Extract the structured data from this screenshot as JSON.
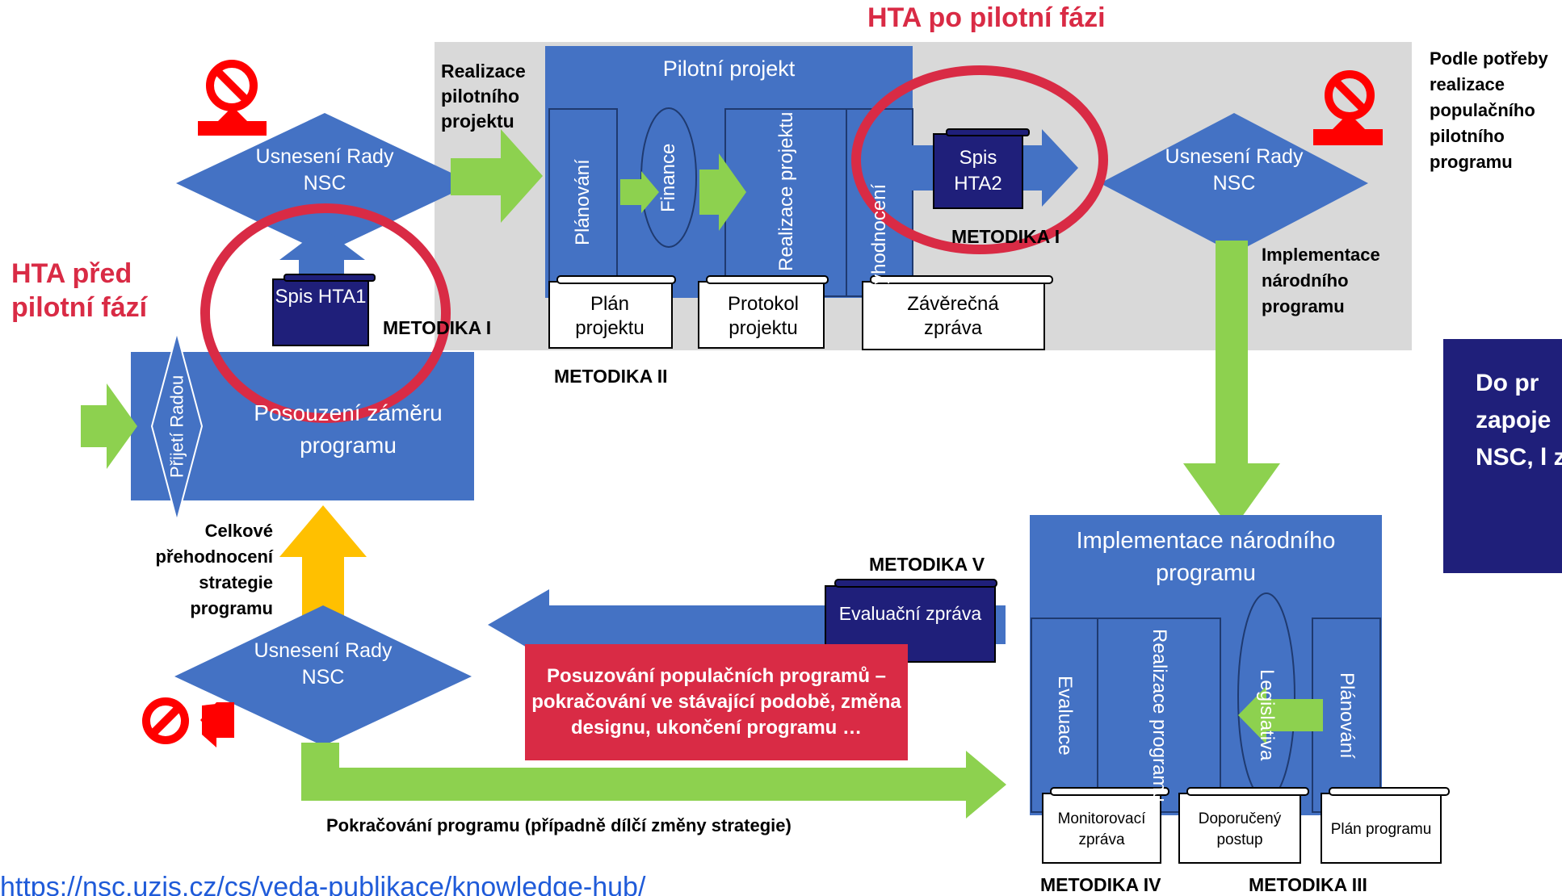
{
  "titles": {
    "hta_after": "HTA po pilotní fázi",
    "hta_before": "HTA před pilotní fází"
  },
  "pilot": {
    "title": "Pilotní projekt",
    "phases": [
      "Plánování",
      "Finance",
      "Realizace projektu",
      "Vyhodnocení"
    ],
    "documents": [
      "Plán projektu",
      "Protokol projektu",
      "Závěrečná zpráva"
    ],
    "realizace_label": "Realizace pilotního projektu",
    "metodika_ii": "METODIKA II"
  },
  "decisions": {
    "top_left": "Usnesení Rady NSC",
    "top_right": "Usnesení Rady NSC",
    "bottom_left": "Usnesení Rady NSC"
  },
  "hta_docs": {
    "hta1": "Spis HTA1",
    "hta2": "Spis HTA2",
    "metodika_i_left": "METODIKA I",
    "metodika_i_right": "METODIKA I"
  },
  "assessment": {
    "title": "Posouzení záměru programu",
    "accept": "Přijetí Radou"
  },
  "labels": {
    "podle_potreby": "Podle potřeby realizace populačního pilotního programu",
    "implementace_narodniho": "Implementace národního programu",
    "celkove": "Celkové přehodnocení strategie programu",
    "pokracovani": "Pokračování programu (případně dílčí změny strategie)",
    "link": "https://nsc.uzis.cz/cs/veda-publikace/knowledge-hub/"
  },
  "national": {
    "title": "Implementace národního programu",
    "phases": [
      "Evaluace",
      "Realizace programu",
      "Legislativa",
      "Plánování"
    ],
    "documents": [
      "Monitorovací zpráva",
      "Doporučený postup",
      "Plán programu"
    ],
    "metodika_iv": "METODIKA IV",
    "metodika_iii": "METODIKA III"
  },
  "evaluation": {
    "metodika_v": "METODIKA V",
    "doc": "Evaluační zpráva",
    "red_box": "Posuzování populačních programů – pokračování ve stávající podobě, změna designu, ukončení programu …"
  },
  "side_box": {
    "text": "Do pr zapoje NSC, l z"
  },
  "colors": {
    "blue": "#4472c4",
    "dark_navy": "#1f1f7a",
    "green": "#8dd14f",
    "red_circle": "#d92b45",
    "yellow": "#ffc000",
    "grey_panel": "#d9d9d9",
    "no_icon": "#ff0000"
  }
}
